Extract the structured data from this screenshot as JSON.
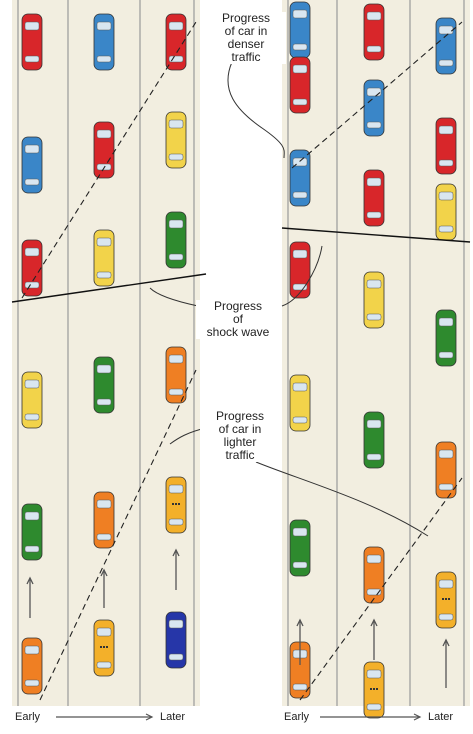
{
  "annotations": {
    "dense_car": "Progress\nof car in\ndenser\ntraffic",
    "shock_wave": "Progress\nof\nshock wave",
    "light_car": "Progress\nof car in\nlighter\ntraffic"
  },
  "axis": {
    "left_early": "Early",
    "left_later": "Later",
    "right_early": "Early",
    "right_later": "Later"
  },
  "colors": {
    "road": "#f2eee0",
    "lane_line": "#9a9a9a",
    "red": "#d8262a",
    "blue": "#3a86c8",
    "yellow": "#f2d34a",
    "green": "#2e8a2e",
    "orange": "#ef7f23",
    "taxi": "#f3b02a",
    "navy": "#2636a8"
  },
  "panels": [
    {
      "id": "left",
      "lanes": [
        [
          "red",
          "blue",
          "red",
          "yellow",
          "green",
          "orange"
        ],
        [
          "blue",
          "red",
          "yellow",
          "green",
          "orange",
          "taxi"
        ],
        [
          "red",
          "yellow",
          "green",
          "orange",
          "taxi",
          "navy"
        ]
      ]
    },
    {
      "id": "right",
      "lanes": [
        [
          "blue",
          "red",
          "blue",
          "red",
          "yellow",
          "green",
          "orange"
        ],
        [
          "red",
          "blue",
          "red",
          "yellow",
          "green",
          "orange",
          "taxi"
        ],
        [
          "blue",
          "red",
          "yellow",
          "green",
          "orange",
          "taxi"
        ]
      ]
    }
  ]
}
